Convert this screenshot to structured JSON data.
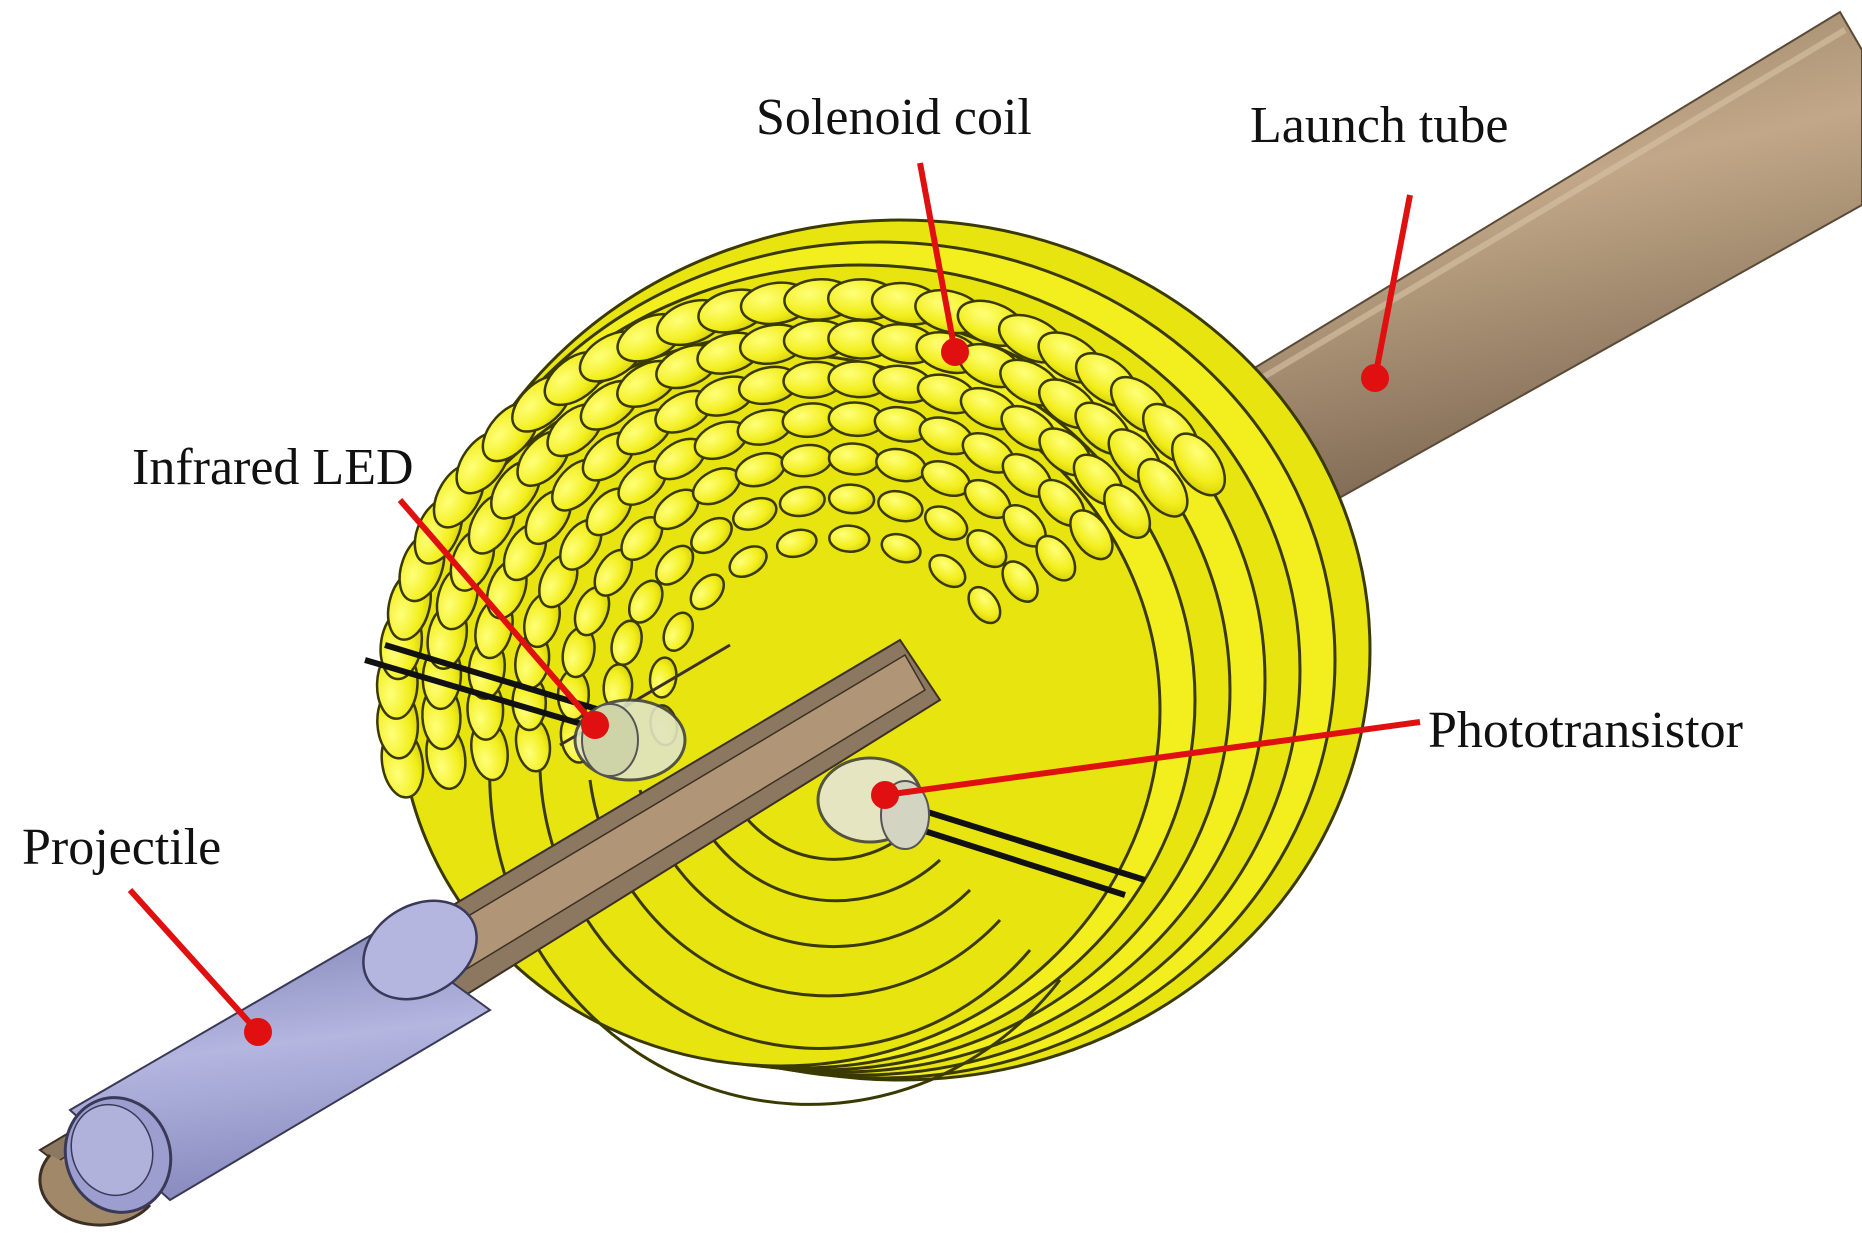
{
  "labels": {
    "solenoid_coil": "Solenoid coil",
    "launch_tube": "Launch tube",
    "infrared_led": "Infrared LED",
    "phototransistor": "Phototransistor",
    "projectile": "Projectile"
  },
  "colors": {
    "coil": "#f2f01e",
    "coil_dark": "#b5b000",
    "tube": "#b59a78",
    "tube_dark": "#6e5a45",
    "projectile": "#a6a8d6",
    "projectile_dark": "#6a6c9a",
    "callout": "#e01010",
    "outline": "#2a2a2a"
  }
}
